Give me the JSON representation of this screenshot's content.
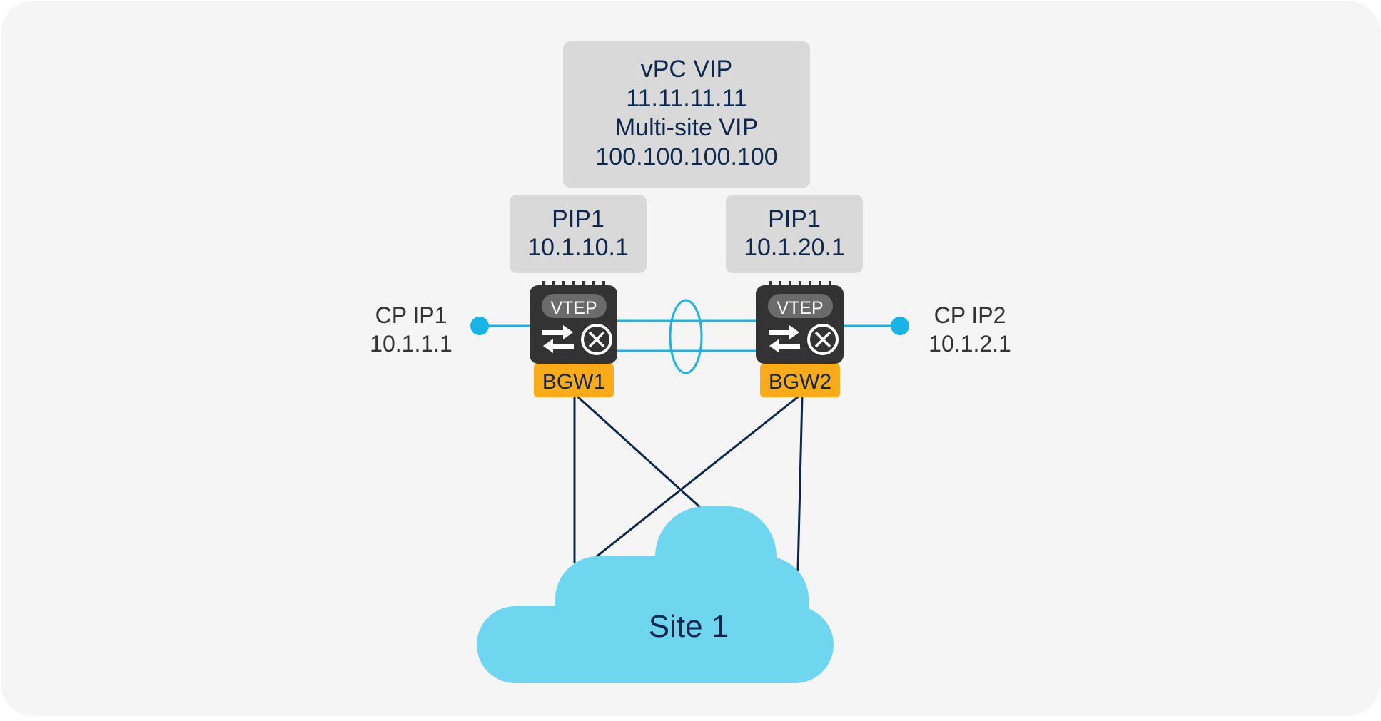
{
  "colors": {
    "panel": "#f5f5f5",
    "label_box": "#d9d9d9",
    "navy_text": "#0d274d",
    "device": "#333333",
    "device_pill": "#6b6b6b",
    "bgw_label": "#fbab18",
    "link_cyan": "#17b4e6",
    "cloud": "#6fd6ef",
    "wire": "#0d274d"
  },
  "vip_box": {
    "line1": "vPC VIP",
    "line2": "11.11.11.11",
    "line3": "Multi-site VIP",
    "line4": "100.100.100.100"
  },
  "pip_left": {
    "title": "PIP1",
    "ip": "10.1.10.1"
  },
  "pip_right": {
    "title": "PIP1",
    "ip": "10.1.20.1"
  },
  "cp_left": {
    "title": "CP IP1",
    "ip": "10.1.1.1"
  },
  "cp_right": {
    "title": "CP IP2",
    "ip": "10.1.2.1"
  },
  "bgw_left": {
    "vtep_label": "VTEP",
    "name": "BGW1",
    "icons": [
      "exchange-arrows-icon",
      "crossbar-switch-icon"
    ]
  },
  "bgw_right": {
    "vtep_label": "VTEP",
    "name": "BGW2",
    "icons": [
      "exchange-arrows-icon",
      "crossbar-switch-icon"
    ]
  },
  "cloud": {
    "label": "Site 1"
  }
}
